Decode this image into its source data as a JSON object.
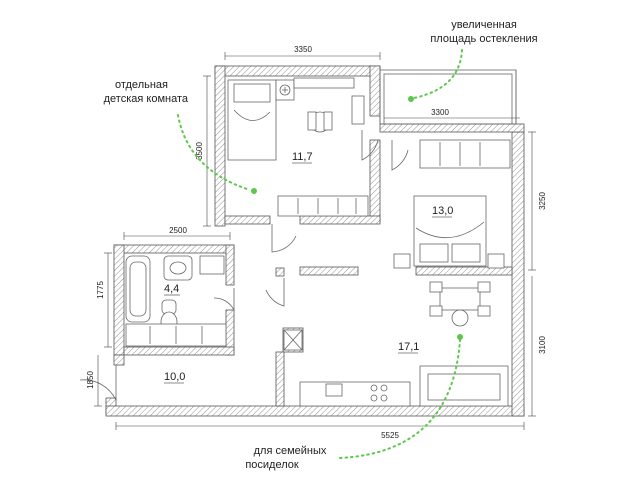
{
  "dimensions": {
    "top_nursery": "3350",
    "nursery_height": "3500",
    "balcony_width": "3300",
    "bedroom_height": "3250",
    "bathroom_width": "2500",
    "bathroom_height": "1775",
    "entry_height": "1850",
    "living_height": "3100",
    "bottom_width": "5525"
  },
  "areas": {
    "nursery": "11,7",
    "bedroom": "13,0",
    "bathroom": "4,4",
    "hall": "10,0",
    "living": "17,1"
  },
  "annotations": {
    "nursery_line1": "отдельная",
    "nursery_line2": "детская комната",
    "glazing_line1": "увеличенная",
    "glazing_line2": "площадь остекления",
    "family_line1": "для семейных",
    "family_line2": "посиделок"
  },
  "colors": {
    "accent": "#5cc84a",
    "wall": "#555555"
  }
}
